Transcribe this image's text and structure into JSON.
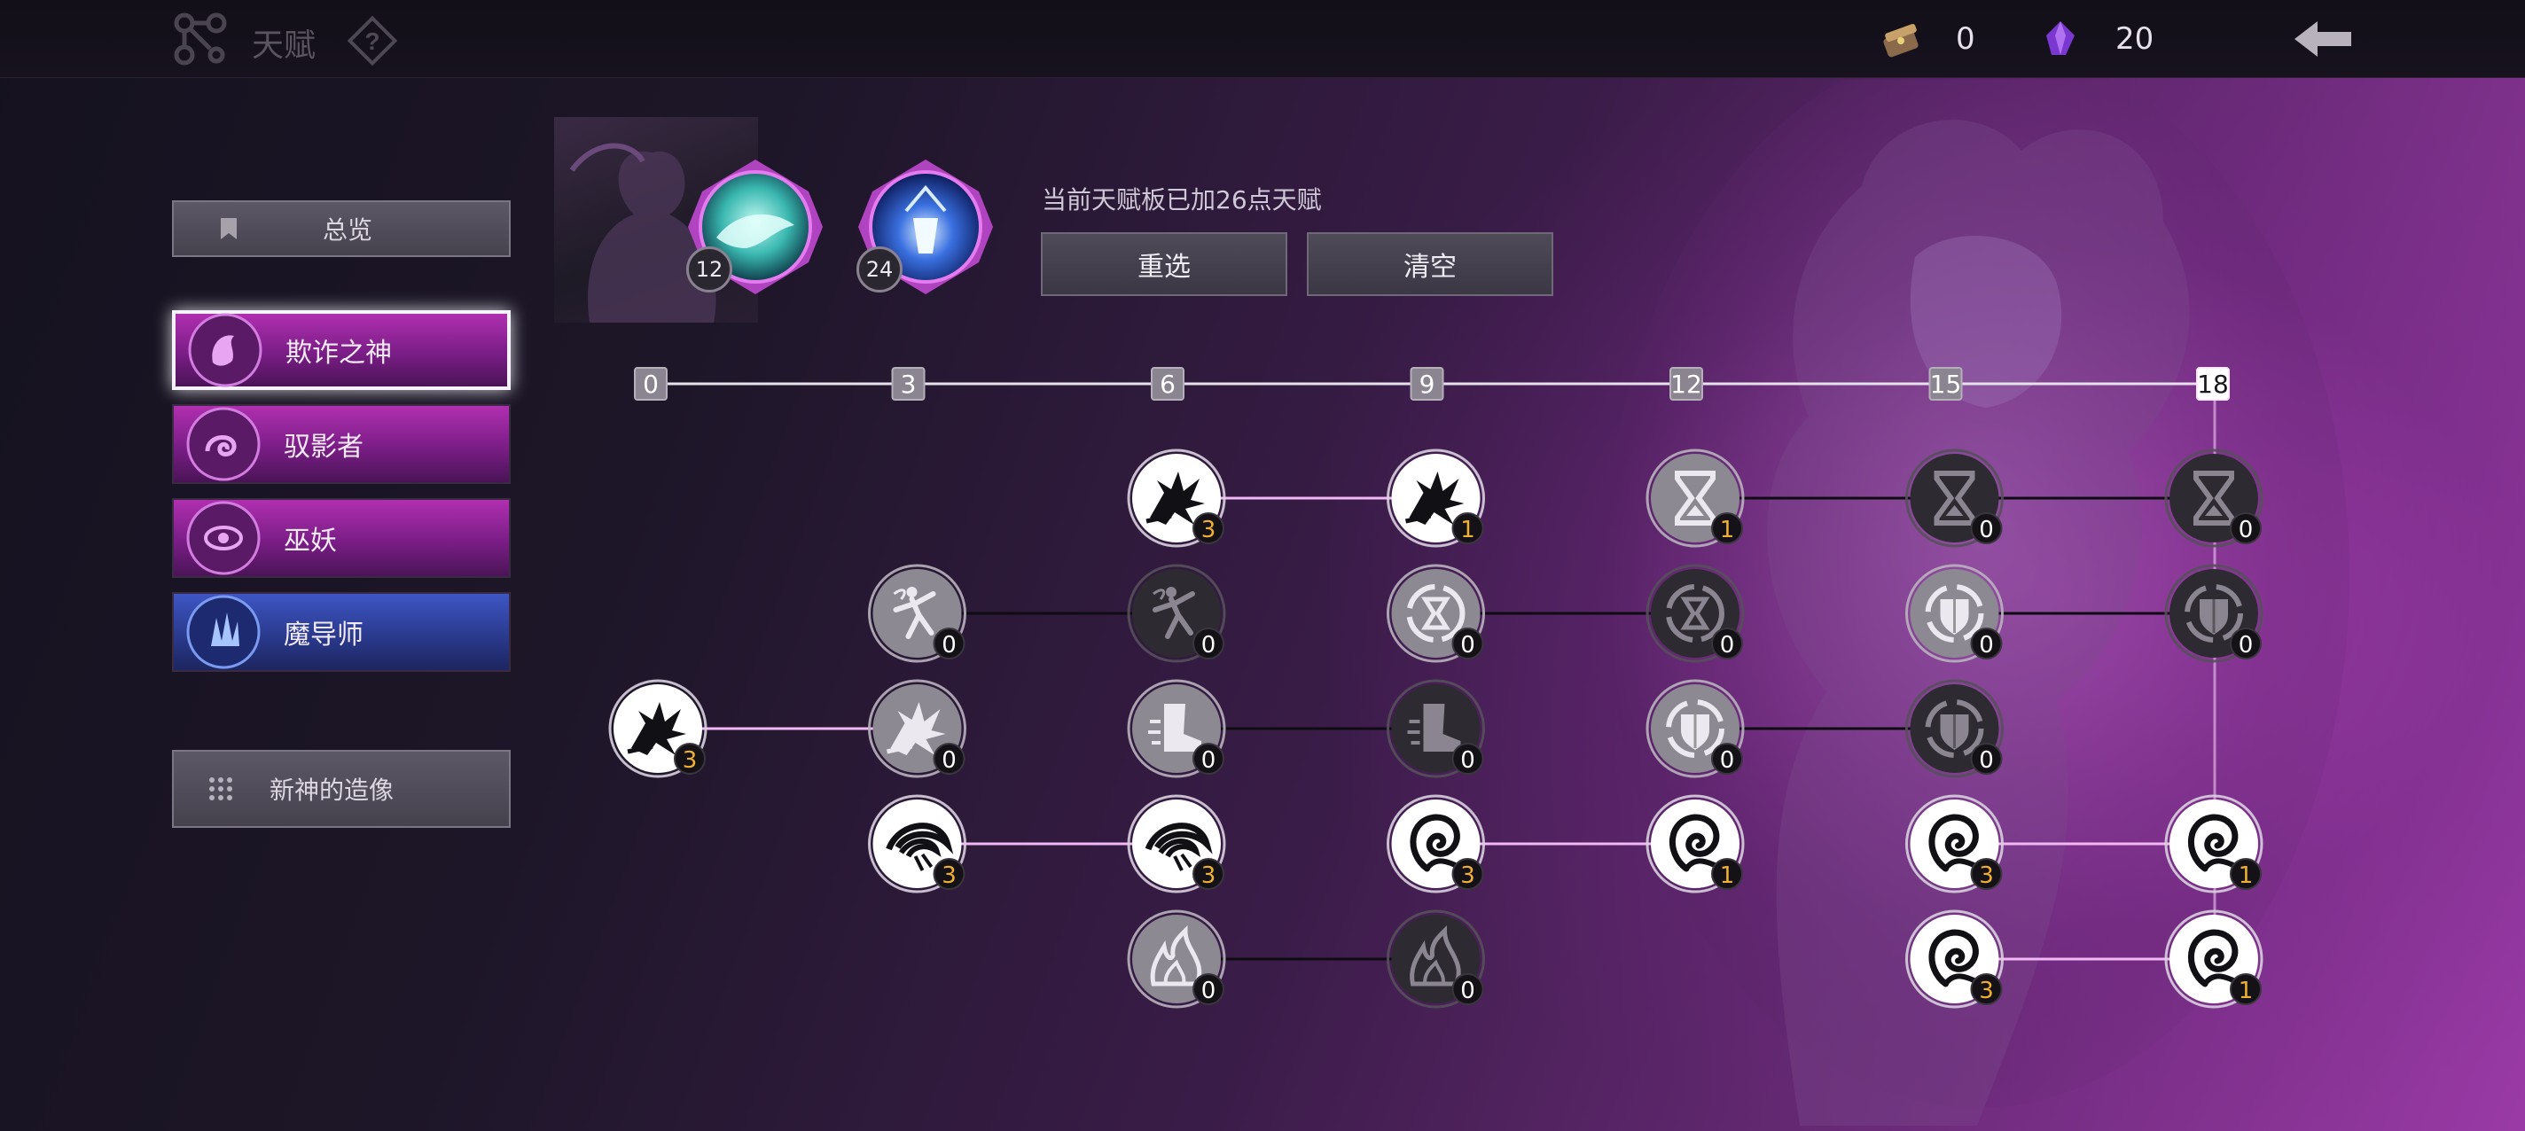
{
  "header": {
    "title": "天赋",
    "resources": [
      {
        "icon": "chest-icon",
        "value": "0"
      },
      {
        "icon": "purple-gem-icon",
        "value": "20"
      }
    ]
  },
  "sidebar": {
    "overview_label": "总览",
    "factions": [
      {
        "label": "欺诈之神",
        "color": "#b02fb0",
        "active": true
      },
      {
        "label": "驭影者",
        "color": "#b02fb0",
        "active": false
      },
      {
        "label": "巫妖",
        "color": "#b02fb0",
        "active": false
      },
      {
        "label": "魔导师",
        "color": "#3e56c4",
        "active": false
      }
    ],
    "statue_label": "新神的造像"
  },
  "summary": {
    "orbs": [
      {
        "icon": "teal-fish-orb-icon",
        "count": "12"
      },
      {
        "icon": "blue-crystal-orb-icon",
        "count": "24"
      }
    ],
    "info": "当前天赋板已加26点天赋",
    "reset_label": "重选",
    "clear_label": "清空"
  },
  "talent_tree": {
    "tiers": [
      "0",
      "3",
      "6",
      "9",
      "12",
      "15",
      "18"
    ],
    "nodes": [
      {
        "id": "r1c2",
        "row": 1,
        "col": 2,
        "icon": "burst",
        "state": "active",
        "count": "3"
      },
      {
        "id": "r1c3",
        "row": 1,
        "col": 3,
        "icon": "burst",
        "state": "active",
        "count": "1"
      },
      {
        "id": "r1c4",
        "row": 1,
        "col": 4,
        "icon": "hourglass",
        "state": "available",
        "count": "1"
      },
      {
        "id": "r1c5",
        "row": 1,
        "col": 5,
        "icon": "hourglass",
        "state": "locked",
        "count": "0"
      },
      {
        "id": "r1c6",
        "row": 1,
        "col": 6,
        "icon": "hourglass",
        "state": "locked",
        "count": "0"
      },
      {
        "id": "r2c1",
        "row": 2,
        "col": 1,
        "icon": "dancer",
        "state": "available",
        "count": "0"
      },
      {
        "id": "r2c2",
        "row": 2,
        "col": 2,
        "icon": "dancer",
        "state": "locked",
        "count": "0"
      },
      {
        "id": "r2c3",
        "row": 2,
        "col": 3,
        "icon": "hourglass-ring",
        "state": "available",
        "count": "0"
      },
      {
        "id": "r2c4",
        "row": 2,
        "col": 4,
        "icon": "hourglass-ring",
        "state": "locked",
        "count": "0"
      },
      {
        "id": "r2c5",
        "row": 2,
        "col": 5,
        "icon": "shield-ring",
        "state": "available",
        "count": "0"
      },
      {
        "id": "r2c6",
        "row": 2,
        "col": 6,
        "icon": "shield-ring",
        "state": "locked",
        "count": "0"
      },
      {
        "id": "r3c0",
        "row": 3,
        "col": 0,
        "icon": "burst",
        "state": "active",
        "count": "3"
      },
      {
        "id": "r3c1",
        "row": 3,
        "col": 1,
        "icon": "burst",
        "state": "available",
        "count": "0"
      },
      {
        "id": "r3c2",
        "row": 3,
        "col": 2,
        "icon": "boot",
        "state": "available",
        "count": "0"
      },
      {
        "id": "r3c3",
        "row": 3,
        "col": 3,
        "icon": "boot",
        "state": "locked",
        "count": "0"
      },
      {
        "id": "r3c4",
        "row": 3,
        "col": 4,
        "icon": "shield-ring",
        "state": "available",
        "count": "0"
      },
      {
        "id": "r3c5",
        "row": 3,
        "col": 5,
        "icon": "shield-ring",
        "state": "locked",
        "count": "0"
      },
      {
        "id": "r4c1",
        "row": 4,
        "col": 1,
        "icon": "eye-swirl",
        "state": "active",
        "count": "3"
      },
      {
        "id": "r4c2",
        "row": 4,
        "col": 2,
        "icon": "eye-swirl",
        "state": "active",
        "count": "3"
      },
      {
        "id": "r4c3",
        "row": 4,
        "col": 3,
        "icon": "spiral",
        "state": "active",
        "count": "3"
      },
      {
        "id": "r4c4",
        "row": 4,
        "col": 4,
        "icon": "spiral",
        "state": "active",
        "count": "1"
      },
      {
        "id": "r4c5",
        "row": 4,
        "col": 5,
        "icon": "spiral",
        "state": "active",
        "count": "3"
      },
      {
        "id": "r4c6",
        "row": 4,
        "col": 6,
        "icon": "spiral",
        "state": "active",
        "count": "1"
      },
      {
        "id": "r5c2",
        "row": 5,
        "col": 2,
        "icon": "flame",
        "state": "available",
        "count": "0"
      },
      {
        "id": "r5c3",
        "row": 5,
        "col": 3,
        "icon": "flame",
        "state": "locked",
        "count": "0"
      },
      {
        "id": "r5c5",
        "row": 5,
        "col": 5,
        "icon": "spiral",
        "state": "active",
        "count": "3"
      },
      {
        "id": "r5c6",
        "row": 5,
        "col": 6,
        "icon": "spiral",
        "state": "active",
        "count": "1"
      }
    ],
    "links": [
      {
        "from": "r1c2",
        "to": "r1c3",
        "lit": true
      },
      {
        "from": "r1c4",
        "to": "r1c5",
        "lit": false
      },
      {
        "from": "r1c5",
        "to": "r1c6",
        "lit": false
      },
      {
        "from": "r2c1",
        "to": "r2c2",
        "lit": false
      },
      {
        "from": "r2c3",
        "to": "r2c4",
        "lit": false
      },
      {
        "from": "r2c5",
        "to": "r2c6",
        "lit": false
      },
      {
        "from": "r3c0",
        "to": "r3c1",
        "lit": true
      },
      {
        "from": "r3c2",
        "to": "r3c3",
        "lit": false
      },
      {
        "from": "r3c4",
        "to": "r3c5",
        "lit": false
      },
      {
        "from": "r4c1",
        "to": "r4c2",
        "lit": true
      },
      {
        "from": "r4c3",
        "to": "r4c4",
        "lit": true
      },
      {
        "from": "r4c5",
        "to": "r4c6",
        "lit": true
      },
      {
        "from": "r5c2",
        "to": "r5c3",
        "lit": false
      },
      {
        "from": "r5c5",
        "to": "r5c6",
        "lit": true
      }
    ]
  }
}
